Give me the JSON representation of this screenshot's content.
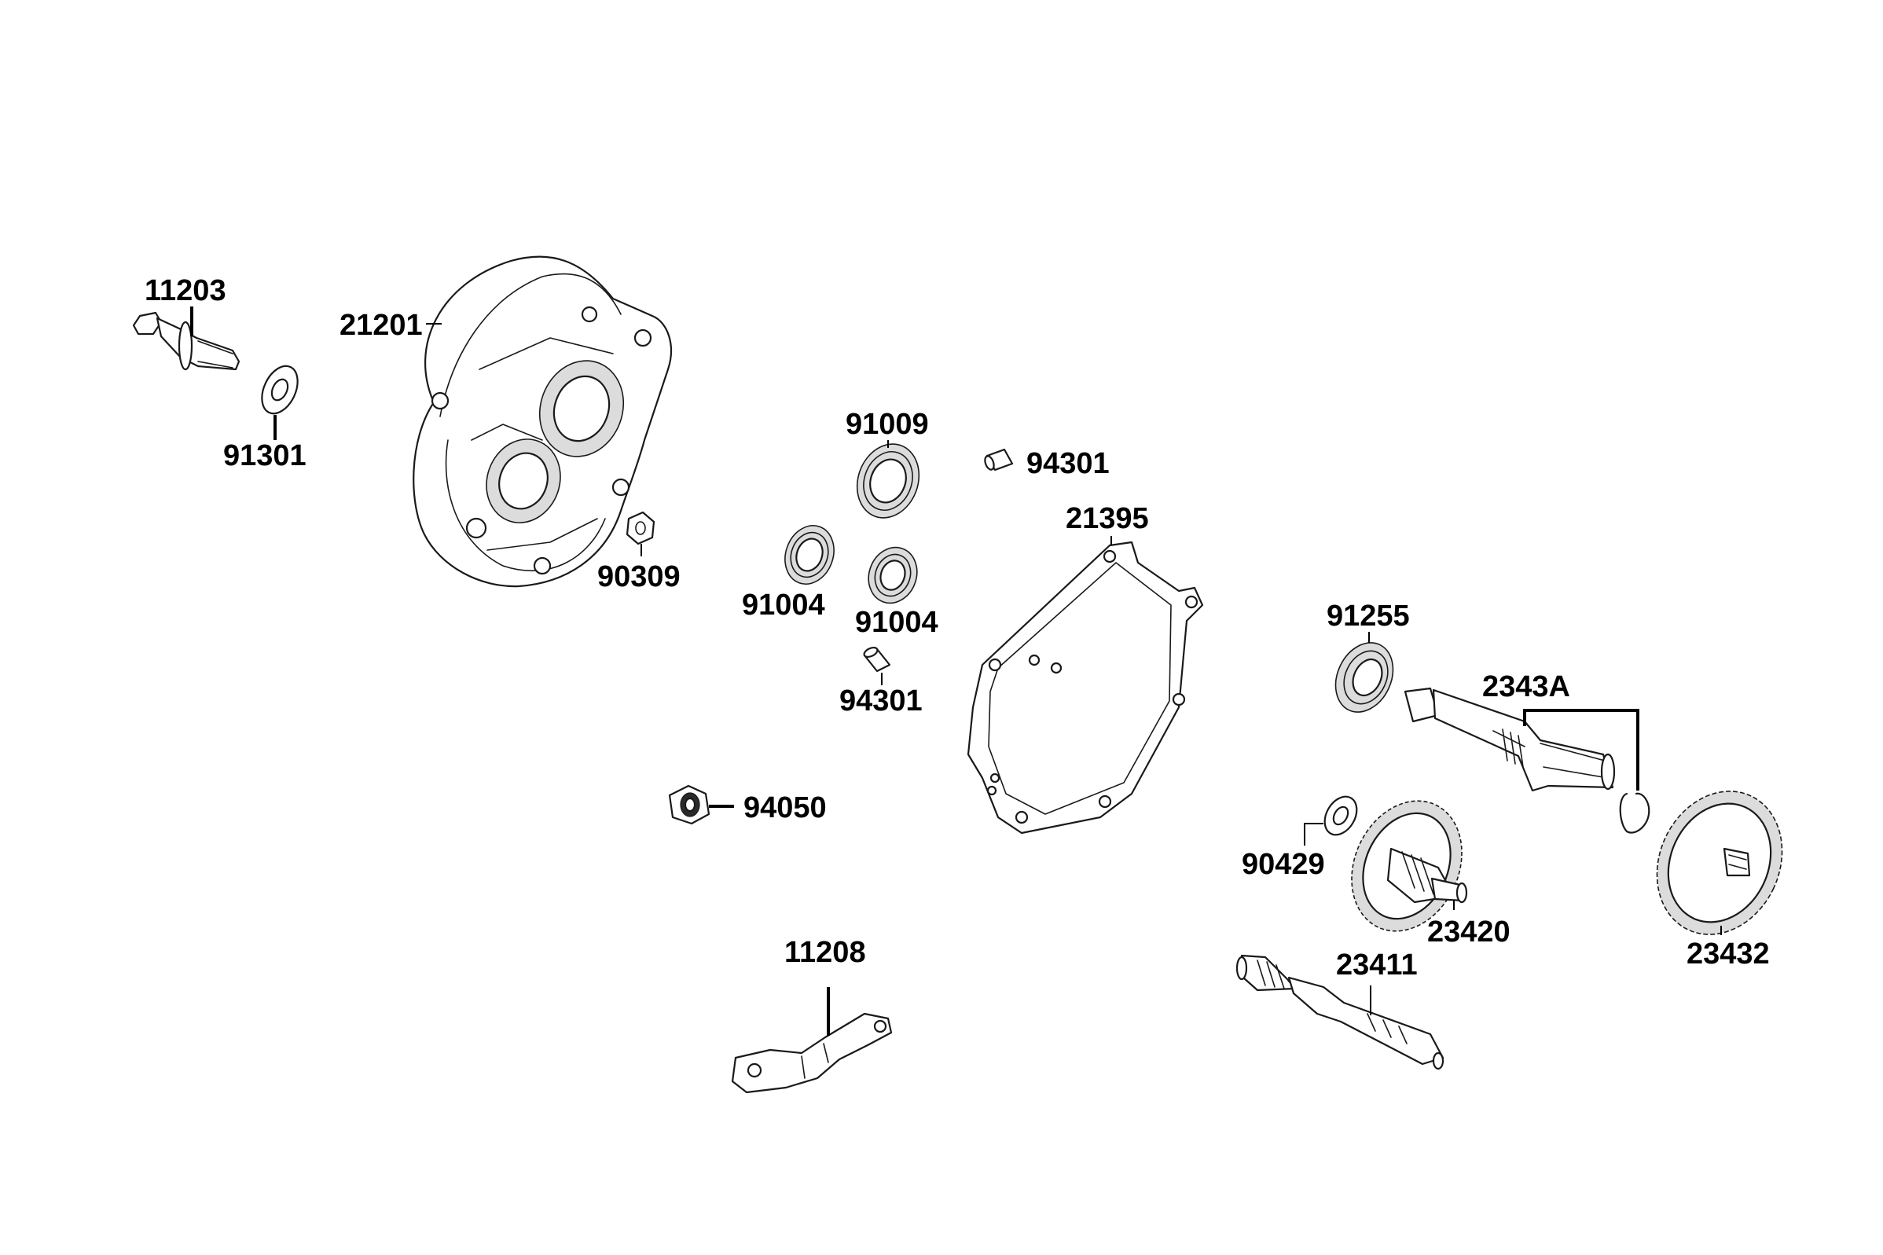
{
  "diagram": {
    "callouts": {
      "c11203": "11203",
      "c91301": "91301",
      "c21201": "21201",
      "c90309": "90309",
      "c91009": "91009",
      "c94301_top": "94301",
      "c91004_left": "91004",
      "c91004_right": "91004",
      "c94301_bottom": "94301",
      "c21395": "21395",
      "c94050": "94050",
      "c91255": "91255",
      "c2343A": "2343A",
      "c90429": "90429",
      "c23420": "23420",
      "c23432": "23432",
      "c23411": "23411",
      "c11208": "11208"
    }
  }
}
